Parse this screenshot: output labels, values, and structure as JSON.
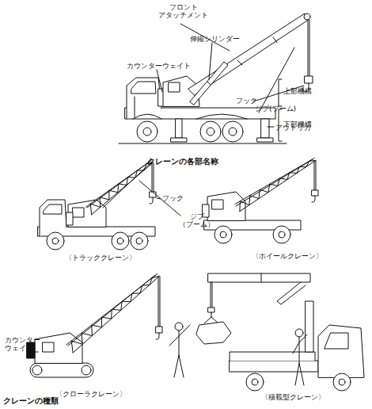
{
  "diagram": {
    "caption": "クレーンの種類",
    "labels": [
      "フロント アタッチメント",
      "伸縮シリンダー",
      "カウンターウェイト",
      "上部機構",
      "フック",
      "下部機構",
      "ジブ(ブーム)",
      "アウトリガ",
      "クレーンの各部名称",
      "フック",
      "ジブ（ブーム）",
      "〈トラッククレーン〉",
      "〈ホイールクレーン〉",
      "カウンター ウェイト",
      "〈クローラクレーン〉",
      "〈積載型クレーン〉"
    ]
  }
}
